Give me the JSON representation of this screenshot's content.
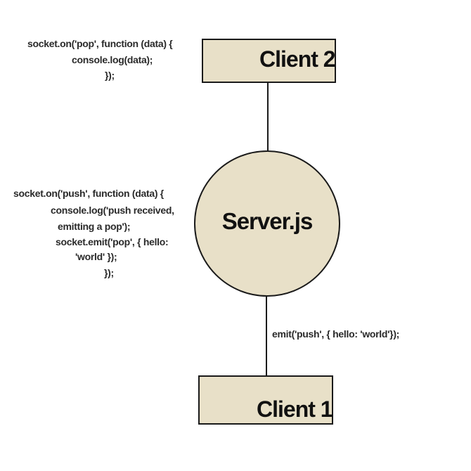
{
  "nodes": {
    "client2": {
      "label": "Client 2"
    },
    "server": {
      "label": "Server.js"
    },
    "client1": {
      "label": "Client 1"
    }
  },
  "code": {
    "client2_listener": [
      "socket.on('pop', function (data) {",
      "console.log(data);",
      "});"
    ],
    "server_listener": [
      "socket.on('push', function (data) {",
      "console.log('push received,",
      "emitting a pop');",
      "socket.emit('pop', { hello:",
      "'world' });",
      "});"
    ],
    "client1_emit": "emit('push', { hello: 'world'});"
  },
  "colors": {
    "node_fill": "#e8e0c8",
    "stroke": "#1a1a1a",
    "text": "#111111"
  }
}
